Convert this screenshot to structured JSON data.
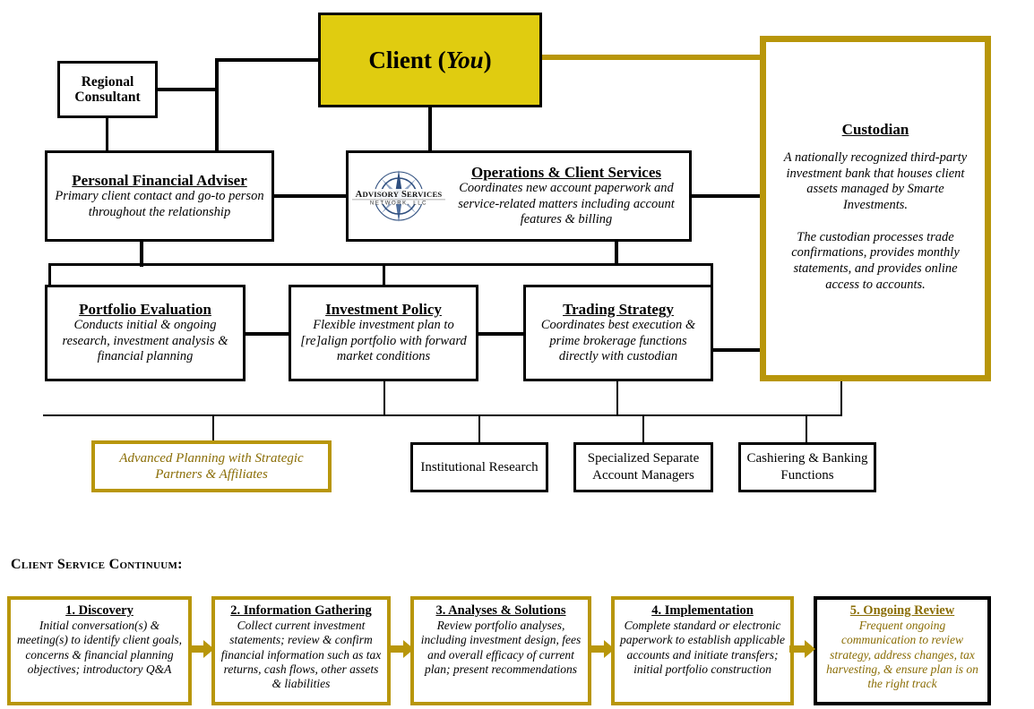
{
  "colors": {
    "client_fill": "#E0CC10",
    "gold_border": "#B8960A",
    "gold_text": "#8A6D05",
    "black": "#000000"
  },
  "org_chart": {
    "client": {
      "title": "Client (You)",
      "title_plain": "Client (",
      "title_italic": "You",
      "title_end": ")"
    },
    "regional_consultant": {
      "title": "Regional Consultant"
    },
    "personal_financial_adviser": {
      "title": "Personal Financial Adviser",
      "desc": "Primary client contact and go-to person throughout the relationship"
    },
    "operations": {
      "title": "Operations & Client Services",
      "desc": "Coordinates new account paperwork and service-related matters including account features & billing",
      "logo_line1": "ADVISORY SERVICES",
      "logo_line2": "NETWORK, LLC"
    },
    "custodian": {
      "title": "Custodian",
      "desc1": "A nationally recognized third-party investment bank that houses client assets managed by Smarte Investments.",
      "desc2": "The custodian processes trade confirmations, provides monthly statements, and provides online access to accounts."
    },
    "portfolio_evaluation": {
      "title": "Portfolio Evaluation",
      "desc": "Conducts initial & ongoing research, investment analysis & financial planning"
    },
    "investment_policy": {
      "title": "Investment Policy",
      "desc": "Flexible investment plan to [re]align portfolio with forward market conditions"
    },
    "trading_strategy": {
      "title": "Trading Strategy",
      "desc": "Coordinates best execution & prime brokerage functions directly with custodian"
    },
    "advanced_planning": {
      "desc": "Advanced Planning with Strategic Partners & Affiliates"
    },
    "institutional_research": {
      "label": "Institutional Research"
    },
    "separate_account_managers": {
      "label": "Specialized Separate Account Managers"
    },
    "cashiering": {
      "label": "Cashiering & Banking Functions"
    }
  },
  "continuum": {
    "heading": "Client Service Continuum:",
    "steps": [
      {
        "title": "1. Discovery",
        "desc": "Initial conversation(s) & meeting(s) to identify client goals, concerns & financial planning objectives; introductory Q&A"
      },
      {
        "title": "2. Information Gathering",
        "desc": "Collect current investment statements; review & confirm financial information such as tax returns, cash flows, other assets & liabilities"
      },
      {
        "title": "3. Analyses & Solutions",
        "desc": "Review portfolio analyses, including investment design, fees and overall efficacy of current plan; present recommendations"
      },
      {
        "title": "4. Implementation",
        "desc": "Complete standard or electronic paperwork to establish applicable accounts and initiate transfers; initial portfolio construction"
      },
      {
        "title": "5. Ongoing Review",
        "desc": "Frequent ongoing communication to review strategy, address changes, tax harvesting, & ensure plan is on the right track"
      }
    ]
  }
}
